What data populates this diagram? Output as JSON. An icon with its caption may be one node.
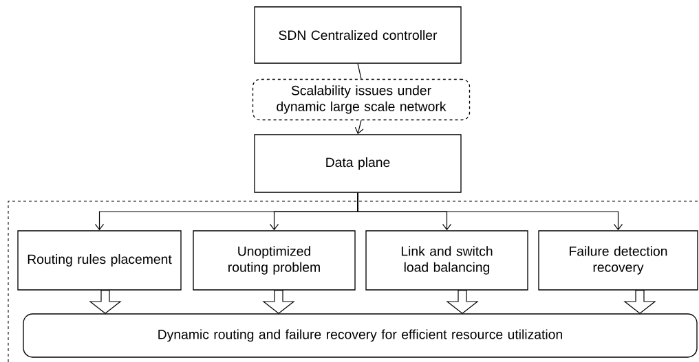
{
  "diagram": {
    "nodes": [
      {
        "text": [
          "SDN Centralized controller"
        ]
      },
      {
        "text": [
          "Scalability issues under dynamic large scale network"
        ]
      },
      {
        "text": [
          "Data plane"
        ]
      },
      {
        "text": [
          "Routing rules placement"
        ]
      },
      {
        "text": [
          "Unoptimized routing problem"
        ]
      },
      {
        "text": [
          "Link and switch load balancing"
        ]
      },
      {
        "text": [
          "Failure detection recovery"
        ]
      },
      {
        "text": [
          "Dynamic routing and failure recovery for efficient resource utilization"
        ]
      }
    ],
    "edges": [
      {
        "from": 0,
        "to": 1,
        "arrow": "none"
      },
      {
        "from": 1,
        "to": 2,
        "arrow": "to"
      },
      {
        "from": 2,
        "to": 3,
        "arrow": "to"
      },
      {
        "from": 2,
        "to": 4,
        "arrow": "to"
      },
      {
        "from": 2,
        "to": 5,
        "arrow": "to"
      },
      {
        "from": 2,
        "to": 6,
        "arrow": "to"
      },
      {
        "from": 3,
        "to": 7,
        "arrow": "to",
        "style": "thick"
      },
      {
        "from": 4,
        "to": 7,
        "arrow": "to",
        "style": "thick"
      },
      {
        "from": 5,
        "to": 7,
        "arrow": "to",
        "style": "thick"
      },
      {
        "from": 6,
        "to": 7,
        "arrow": "to",
        "style": "thick"
      }
    ]
  }
}
